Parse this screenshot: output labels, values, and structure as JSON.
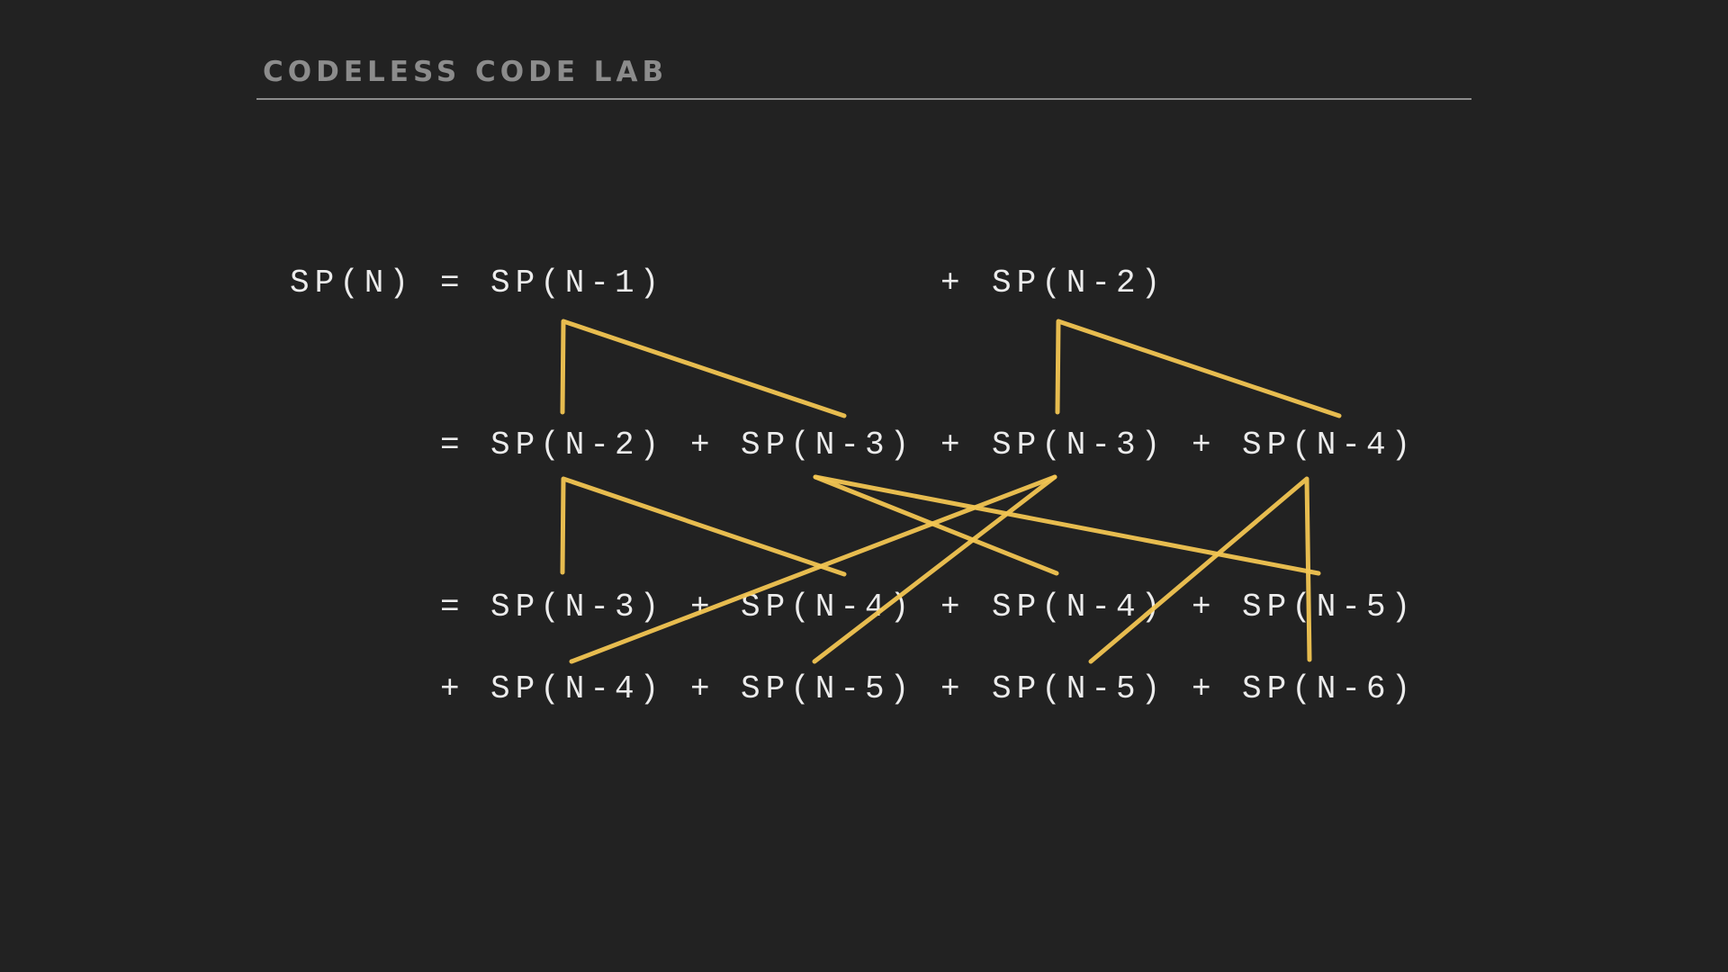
{
  "header": {
    "brand": "CODELESS CODE LAB",
    "rule_color": "#8c8c8c"
  },
  "colors": {
    "background": "#222222",
    "text": "#ececec",
    "chalk": "#f2c552"
  },
  "expansion": {
    "row1": {
      "lhs": "SP(N)",
      "eq": "=",
      "t1": "SP(N-1)",
      "op2": "+",
      "t2": "SP(N-2)"
    },
    "row2": {
      "eq": "=",
      "t1": "SP(N-2)",
      "op2": "+",
      "t2": "SP(N-3)",
      "op3": "+",
      "t3": "SP(N-3)",
      "op4": "+",
      "t4": "SP(N-4)"
    },
    "row3": {
      "eq": "=",
      "t1": "SP(N-3)",
      "op2": "+",
      "t2": "SP(N-4)",
      "op3": "+",
      "t3": "SP(N-4)",
      "op4": "+",
      "t4": "SP(N-5)"
    },
    "row4": {
      "op1": "+",
      "t1": "SP(N-4)",
      "op2": "+",
      "t2": "SP(N-5)",
      "op3": "+",
      "t3": "SP(N-5)",
      "op4": "+",
      "t4": "SP(N-6)"
    }
  }
}
